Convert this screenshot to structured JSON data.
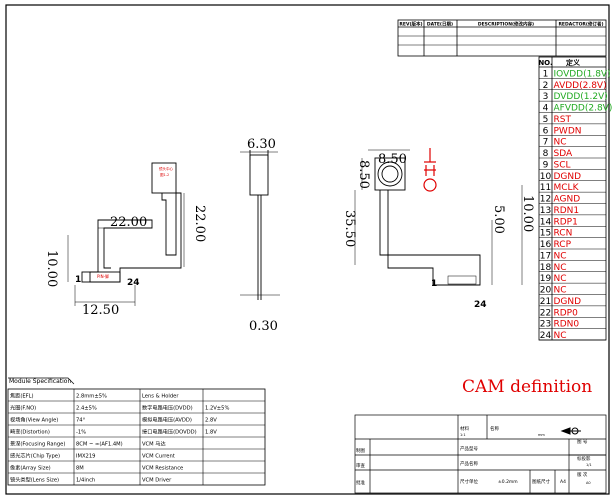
{
  "revision_block": {
    "headers": [
      "REV(版本)",
      "DATE(日期)",
      "DESCRIPTION(修改内容)",
      "REDACTOR(修订者)"
    ]
  },
  "pin_table": {
    "header_no": "NO.",
    "header_def": "定义",
    "pins": [
      {
        "no": "1",
        "name": "IOVDD(1.8V)",
        "color": "#22aa22"
      },
      {
        "no": "2",
        "name": "AVDD(2.8V)",
        "color": "#e00000"
      },
      {
        "no": "3",
        "name": "DVDD(1.2V)",
        "color": "#22aa22"
      },
      {
        "no": "4",
        "name": "AFVDD(2.8V)",
        "color": "#22aa22"
      },
      {
        "no": "5",
        "name": "RST",
        "color": "#e00000"
      },
      {
        "no": "6",
        "name": "PWDN",
        "color": "#e00000"
      },
      {
        "no": "7",
        "name": "NC",
        "color": "#e00000"
      },
      {
        "no": "8",
        "name": "SDA",
        "color": "#e00000"
      },
      {
        "no": "9",
        "name": "SCL",
        "color": "#e00000"
      },
      {
        "no": "10",
        "name": "DGND",
        "color": "#e00000"
      },
      {
        "no": "11",
        "name": "MCLK",
        "color": "#e00000"
      },
      {
        "no": "12",
        "name": "AGND",
        "color": "#e00000"
      },
      {
        "no": "13",
        "name": "RDN1",
        "color": "#e00000"
      },
      {
        "no": "14",
        "name": "RDP1",
        "color": "#e00000"
      },
      {
        "no": "15",
        "name": "RCN",
        "color": "#e00000"
      },
      {
        "no": "16",
        "name": "RCP",
        "color": "#e00000"
      },
      {
        "no": "17",
        "name": "NC",
        "color": "#e00000"
      },
      {
        "no": "18",
        "name": "NC",
        "color": "#e00000"
      },
      {
        "no": "19",
        "name": "NC",
        "color": "#e00000"
      },
      {
        "no": "20",
        "name": "NC",
        "color": "#e00000"
      },
      {
        "no": "21",
        "name": "DGND",
        "color": "#e00000"
      },
      {
        "no": "22",
        "name": "RDP0",
        "color": "#e00000"
      },
      {
        "no": "23",
        "name": "RDN0",
        "color": "#e00000"
      },
      {
        "no": "24",
        "name": "NC",
        "color": "#e00000"
      }
    ]
  },
  "drawing": {
    "left_view": {
      "dim_22a": "22.00",
      "dim_22b": "22.00",
      "dim_10": "10.00",
      "dim_1250": "12.50",
      "pin_1": "1",
      "pin_24": "24",
      "label_red": "PIN-脚",
      "sensor_label": "镜头中心\n图1-2"
    },
    "side_view": {
      "dim_630": "6.30",
      "dim_030": "0.30"
    },
    "right_view": {
      "dim_850a": "8.50",
      "dim_850b": "8.50",
      "dim_3550": "35.50",
      "dim_500": "5.00",
      "dim_1000": "10.00",
      "pin_1": "1",
      "pin_24": "24"
    },
    "cam_definition": "CAM definition"
  },
  "module_spec": {
    "title": "Module Specification",
    "rows": [
      [
        "焦距(EFL)",
        "2.8mm±5%",
        "Lens & Holder",
        ""
      ],
      [
        "光圈(F.NO)",
        "2.4±5%",
        "数字电路电压(DVDD)",
        "1.2V±5%"
      ],
      [
        "视场角(View Angle)",
        "74°",
        "模拟电路电压(AVDD)",
        "2.8V"
      ],
      [
        "畸变(Distortion)",
        "-1%",
        "接口电路电压(DOVDD)",
        "1.8V"
      ],
      [
        "景深(Focusing Range)",
        "8CM ~ ∞(AF1.4M)",
        "VCM 马达",
        ""
      ],
      [
        "感光芯片(Chip Type)",
        "IMX219",
        "VCM Current",
        ""
      ],
      [
        "像素(Array Size)",
        "8M",
        "VCM Resistance",
        ""
      ],
      [
        "镜头类型(Lens Size)",
        "1/4inch",
        "VCM Driver",
        ""
      ]
    ]
  },
  "title_block": {
    "material": "材料",
    "name": "名称",
    "product_model": "产品型号",
    "product_name": "产品名称",
    "size_unit": "尺寸单位",
    "unit_value": "±0.2mm",
    "drawing_size": "图纸尺寸",
    "paper": "A4",
    "scale": "比例",
    "scale_value": "1:1",
    "drawn": "制图",
    "approved": "审查",
    "checked": "批准",
    "sheet": "图 号",
    "unit_label": "单位",
    "unit": "mm",
    "page": "页 码",
    "projection": "标投影",
    "version": "版 次",
    "sheet_no": "1/1",
    "ver_no": "A0"
  }
}
